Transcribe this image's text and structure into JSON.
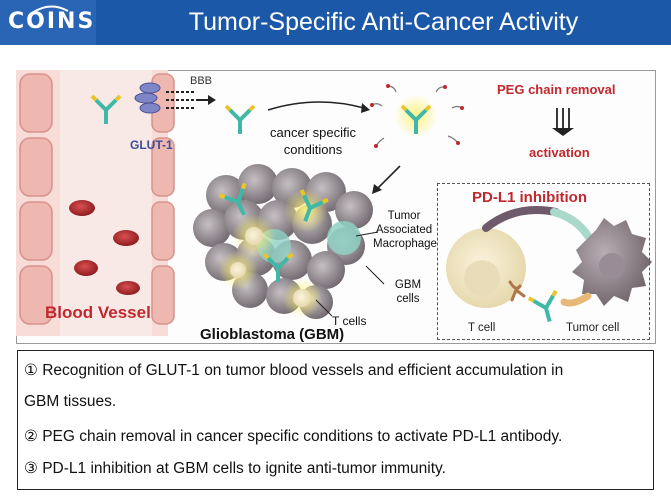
{
  "header": {
    "logo": "COINS",
    "title": "Tumor-Specific Anti-Cancer Activity"
  },
  "figure": {
    "bbb_label": "BBB",
    "glut_label": "GLUT-1",
    "blood_vessel_label": "Blood Vessel",
    "cancer_conditions_label": "cancer specific\nconditions",
    "peg_removal_label": "PEG chain removal",
    "activation_label": "activation",
    "pdl1_title": "PD-L1 inhibition",
    "tcell_label": "T cell",
    "tumor_cell_label": "Tumor cell",
    "tam_label": "Tumor\nAssociated\nMacrophage",
    "gbm_cells_label": "GBM\ncells",
    "t_cells_label": "T cells",
    "gbm_label": "Glioblastoma (GBM)"
  },
  "statements": [
    {
      "marker": "①",
      "text": "Recognition of GLUT-1 on tumor blood vessels and efficient accumulation in"
    },
    {
      "marker": "",
      "text": "GBM tissues."
    },
    {
      "marker": "②",
      "text": "PEG chain removal in cancer specific conditions to activate PD-L1 antibody."
    },
    {
      "marker": "③",
      "text": "PD-L1 inhibition at GBM cells to ignite anti-tumor immunity."
    }
  ],
  "colors": {
    "header_blue": "#1b59a8",
    "accent_red": "#c0282d",
    "vessel_pink": "#f2c7c2"
  }
}
